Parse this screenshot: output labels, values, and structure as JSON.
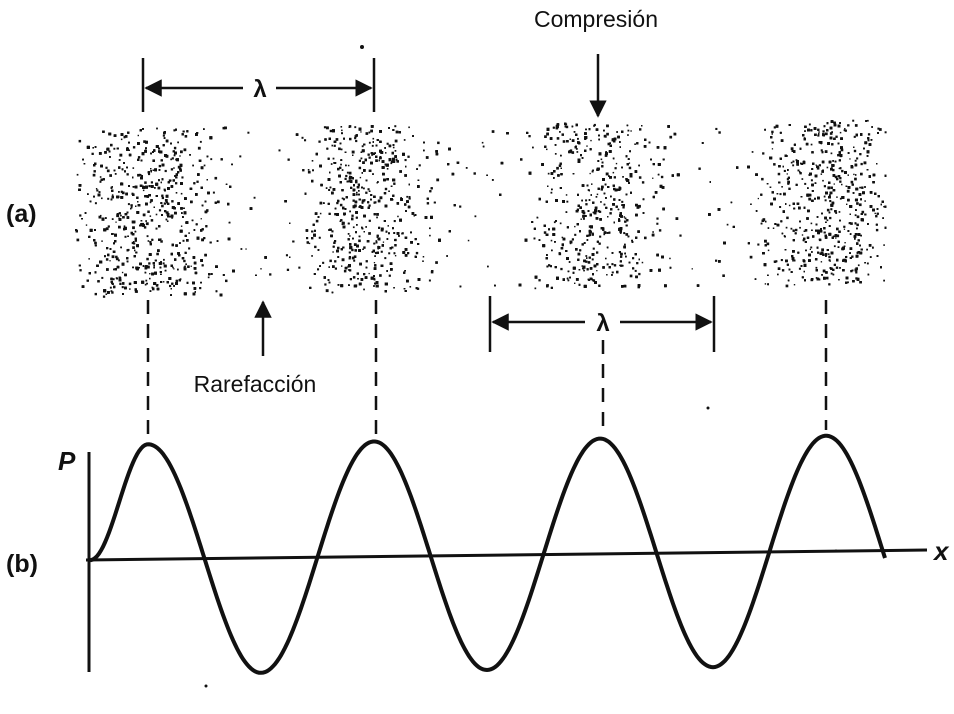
{
  "labels": {
    "compression": "Compresión",
    "rarefaction": "Rarefacción",
    "part_a": "(a)",
    "part_b": "(b)",
    "lambda": "λ",
    "axis_y": "P",
    "axis_x": "x"
  },
  "colors": {
    "ink": "#111111",
    "background": "#ffffff"
  }
}
